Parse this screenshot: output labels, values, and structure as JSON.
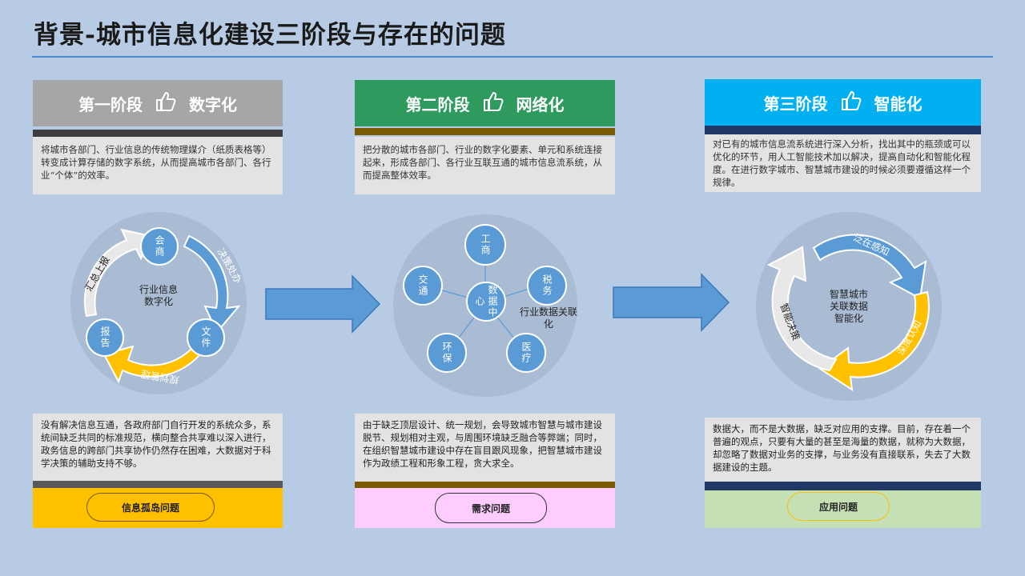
{
  "title": "背景-城市信息化建设三阶段与存在的问题",
  "stages": [
    {
      "name": "第一阶段",
      "type": "数字化",
      "color": "#a6a6a6",
      "desc": "将城市各部门、行业信息的传统物理媒介（纸质表格等）转变成计算存储的数字系统，从而提高城市各部门、各行业“个体”的效率。",
      "center": "行业信息\n数字化",
      "nodes": [
        "会商",
        "文件",
        "报告"
      ],
      "arcs": [
        "决策处办",
        "规划管理",
        "汇总上报"
      ],
      "problem": "没有解决信息互通，各政府部门自行开发的系统众多，系统间缺乏共同的标准规范，横向整合共享难以深入进行，政务信息的跨部门共享协作仍然存在困难，大数据对于科学决策的辅助支持不够。",
      "problem_label": "信息孤岛问题"
    },
    {
      "name": "第二阶段",
      "type": "网络化",
      "color": "#2e9a5e",
      "desc": "把分散的城市各部门、行业的数字化要素、单元和系统连接起来，形成各部门、各行业互联互通的城市信息流系统，从而提高整体效率。",
      "hub": "数据中心",
      "hub_label": "行业数据关联化",
      "nodes": [
        "工商",
        "税务",
        "医疗",
        "环保",
        "交通"
      ],
      "problem": "由于缺乏顶层设计、统一规划，会导致城市智慧与城市建设脱节、规划相对主观，与周围环境缺乏融合等弊端；同时，在组织智慧城市建设中存在盲目跟风现象，把智慧城市建设作为政绩工程和形象工程，贪大求全。",
      "problem_label": "需求问题"
    },
    {
      "name": "第三阶段",
      "type": "智能化",
      "color": "#00b0f0",
      "desc": "对已有的城市信息流系统进行深入分析，找出其中的瓶颈或可以优化的环节，用人工智能技术加以解决，提高自动化和智能化程度。在进行数字城市、智慧城市建设的时候必须要遵循这样一个规律。",
      "center": "智慧城市\n关联数据\n智能化",
      "arcs": [
        "泛在感知",
        "深度认知",
        "智能决策"
      ],
      "problem": "数据大，而不是大数据，缺乏对应用的支撑。目前，存在着一个普遍的观点，只要有大量的甚至是海量的数据，就称为大数据，却忽略了数据对业务的支撑，与业务没有直接联系，失去了大数据建设的主题。",
      "problem_label": "应用问题"
    }
  ],
  "colors": {
    "bg": "#b7cbe4",
    "accent": "#4a8ad0",
    "node": "#5b9bd5",
    "orange": "#ffc000"
  }
}
